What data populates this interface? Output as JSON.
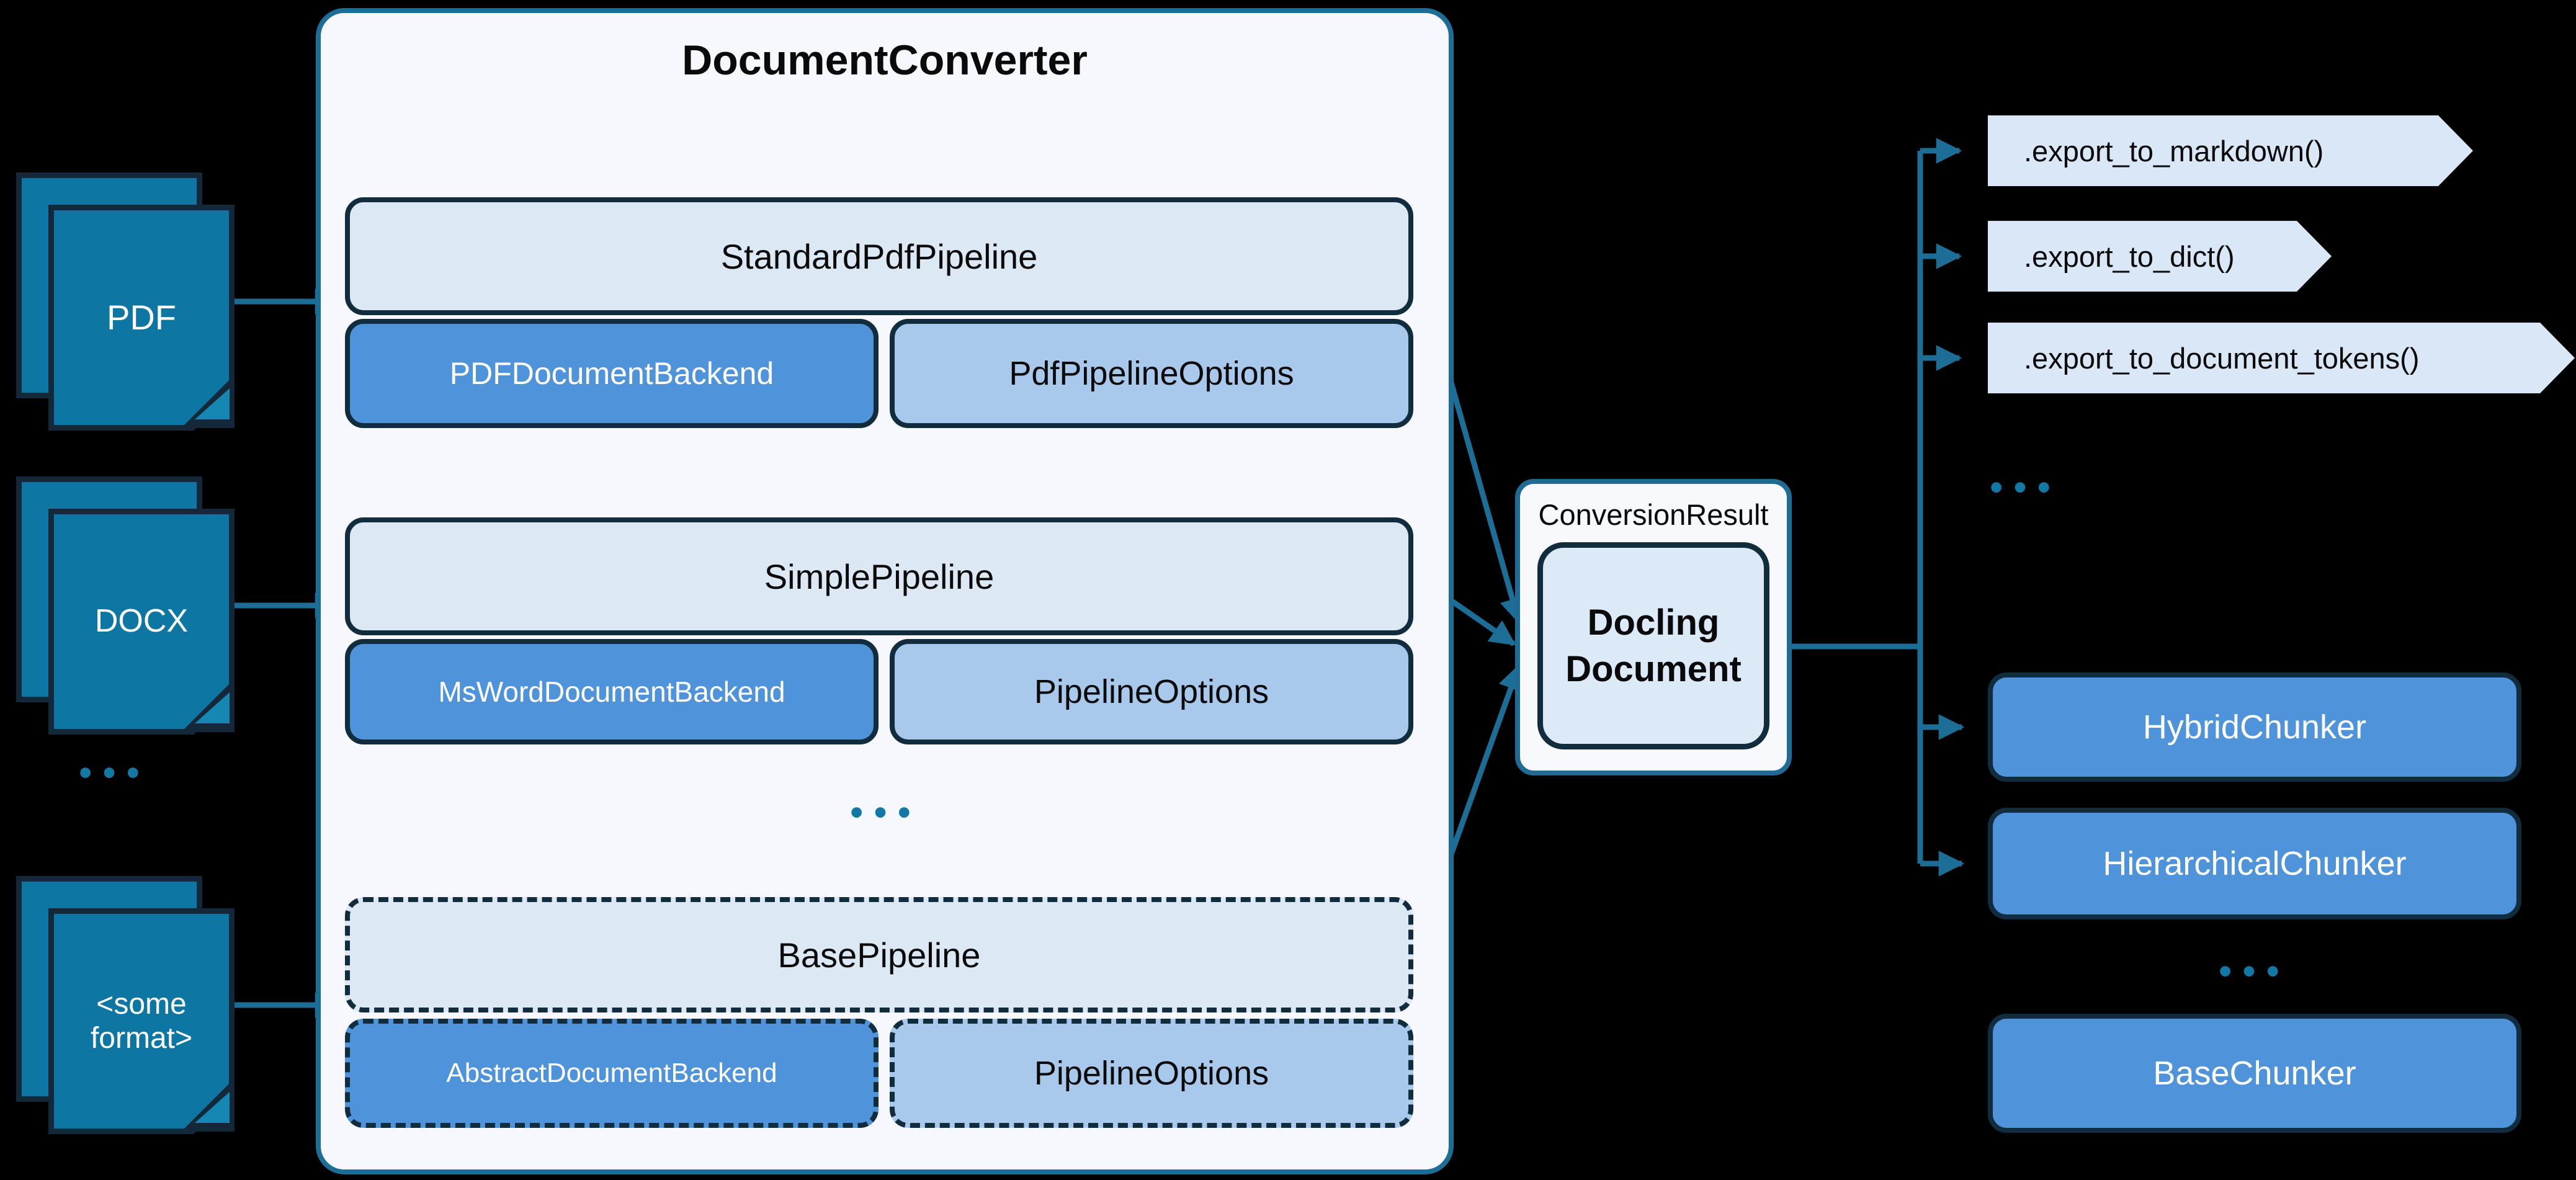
{
  "title": "DocumentConverter",
  "inputs": [
    {
      "label": "PDF"
    },
    {
      "label": "DOCX"
    },
    {
      "label_line1": "<some",
      "label_line2": "format>"
    }
  ],
  "ellipsis": "•••",
  "pipelines": [
    {
      "name": "StandardPdfPipeline",
      "backend": "PDFDocumentBackend",
      "options": "PdfPipelineOptions"
    },
    {
      "name": "SimplePipeline",
      "backend": "MsWordDocumentBackend",
      "options": "PipelineOptions"
    },
    {
      "name": "BasePipeline",
      "backend": "AbstractDocumentBackend",
      "options": "PipelineOptions"
    }
  ],
  "result": {
    "label": "ConversionResult",
    "doc_line1": "Docling",
    "doc_line2": "Document"
  },
  "exports": [
    {
      "label": ".export_to_markdown()"
    },
    {
      "label": ".export_to_dict()"
    },
    {
      "label": ".export_to_document_tokens()"
    }
  ],
  "chunkers": [
    {
      "label": "HybridChunker"
    },
    {
      "label": "HierarchicalChunker"
    },
    {
      "label": "BaseChunker"
    }
  ],
  "colors": {
    "background": "#000000",
    "connector_teal": "#1C6E96",
    "icon_teal": "#0E76A3",
    "dark_outline": "#102C3D",
    "container_fill": "#F6F8FD",
    "pipeline_fill": "#DCE8F4",
    "backend_fill": "#4F94DB",
    "options_fill": "#A8C9EC",
    "chevron_fill": "#D9E7F6",
    "result_fill": "#F7F9FD",
    "docling_fill": "#DCE9F6"
  }
}
